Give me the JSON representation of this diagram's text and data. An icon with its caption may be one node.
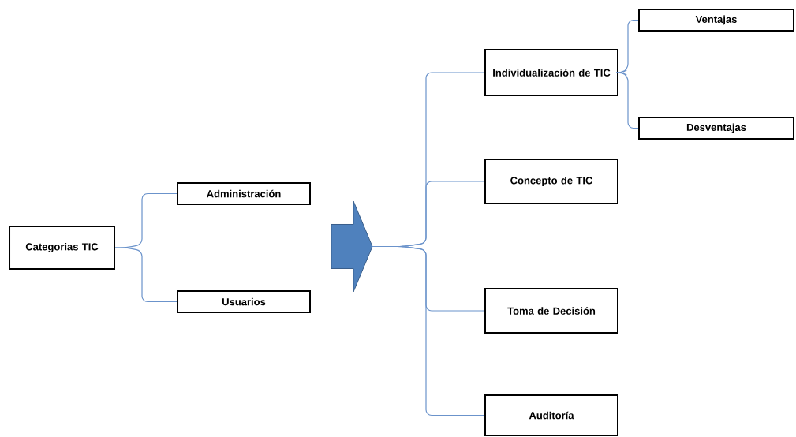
{
  "diagram": {
    "nodes": [
      {
        "text": [
          "Categorias TIC"
        ]
      },
      {
        "text": [
          "Administración"
        ]
      },
      {
        "text": [
          "Usuarios"
        ]
      },
      {
        "text": [],
        "shape": "arrow"
      },
      {
        "text": [
          "Individualización de TIC"
        ]
      },
      {
        "text": [
          "Ventajas"
        ]
      },
      {
        "text": [
          "Desventajas"
        ]
      },
      {
        "text": [
          "Concepto de TIC"
        ]
      },
      {
        "text": [
          "Toma de Decisión"
        ]
      },
      {
        "text": [
          "Auditoría"
        ]
      }
    ],
    "edges": [
      {
        "from": 0,
        "to": 1,
        "arrow": "none"
      },
      {
        "from": 0,
        "to": 2,
        "arrow": "none"
      },
      {
        "from": 3,
        "to": 4,
        "arrow": "none"
      },
      {
        "from": 3,
        "to": 7,
        "arrow": "none"
      },
      {
        "from": 3,
        "to": 8,
        "arrow": "none"
      },
      {
        "from": 3,
        "to": 9,
        "arrow": "none"
      },
      {
        "from": 4,
        "to": 5,
        "arrow": "none"
      },
      {
        "from": 4,
        "to": 6,
        "arrow": "none"
      }
    ]
  }
}
